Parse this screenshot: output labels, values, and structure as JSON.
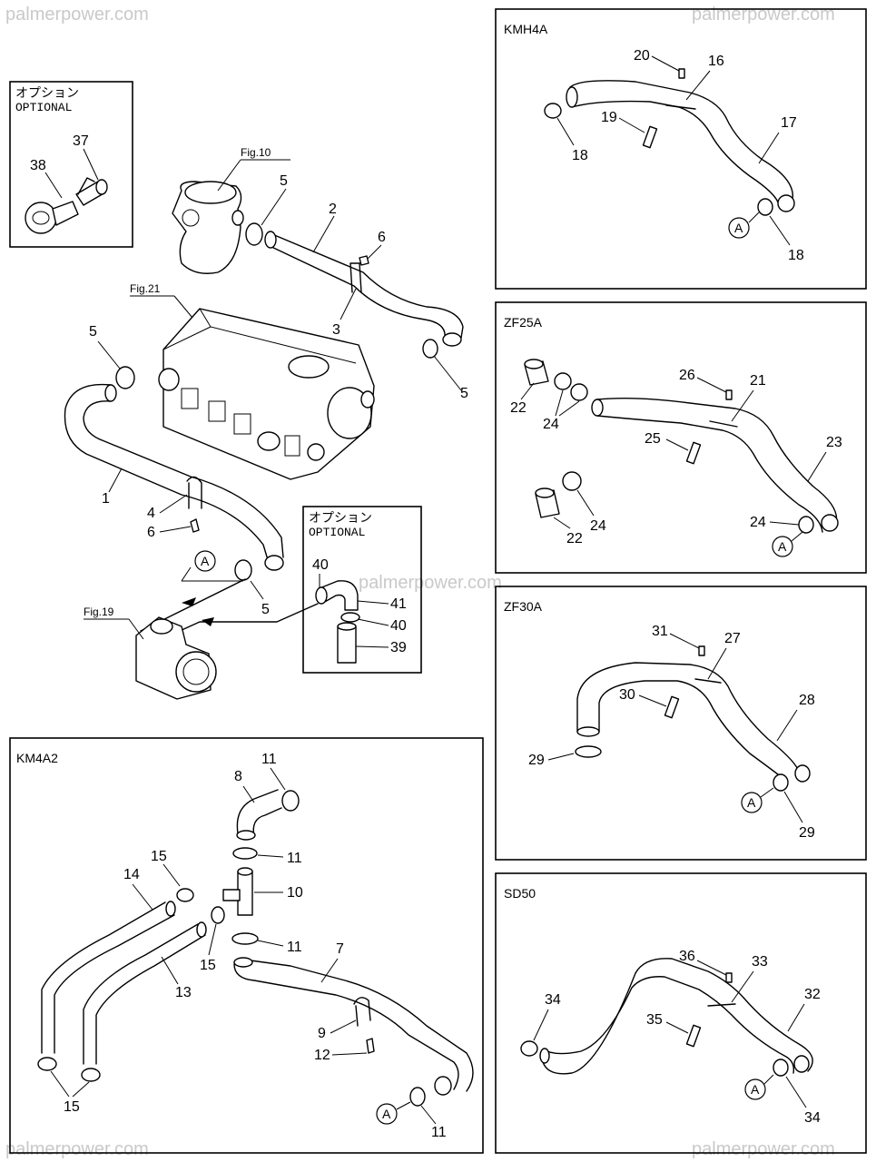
{
  "watermark": "palmerpower.com",
  "figure_refs": [
    "Fig.10",
    "Fig.21",
    "Fig.19"
  ],
  "panels": {
    "optional_top": {
      "title_jp": "オプション",
      "title_en": "OPTIONAL",
      "labels": [
        "37",
        "38"
      ]
    },
    "optional_mid": {
      "title_jp": "オプション",
      "title_en": "OPTIONAL",
      "labels": [
        "40",
        "41",
        "40",
        "39"
      ]
    },
    "km4a2": {
      "title": "KM4A2"
    },
    "kmh4a": {
      "title": "KMH4A"
    },
    "zf25a": {
      "title": "ZF25A"
    },
    "zf30a": {
      "title": "ZF30A"
    },
    "sd50": {
      "title": "SD50"
    }
  },
  "main_labels": [
    "5",
    "2",
    "6",
    "3",
    "5",
    "5",
    "1",
    "4",
    "6",
    "5"
  ],
  "km4a2_labels": [
    "11",
    "8",
    "11",
    "15",
    "14",
    "10",
    "15",
    "11",
    "13",
    "7",
    "9",
    "12",
    "15",
    "11"
  ],
  "kmh4a_labels": [
    "20",
    "16",
    "19",
    "17",
    "18",
    "18"
  ],
  "zf25a_labels": [
    "26",
    "21",
    "22",
    "24",
    "25",
    "23",
    "24",
    "24",
    "22"
  ],
  "zf30a_labels": [
    "31",
    "27",
    "30",
    "28",
    "29",
    "29"
  ],
  "sd50_labels": [
    "36",
    "33",
    "34",
    "32",
    "35",
    "34"
  ],
  "connector_letter": "A"
}
